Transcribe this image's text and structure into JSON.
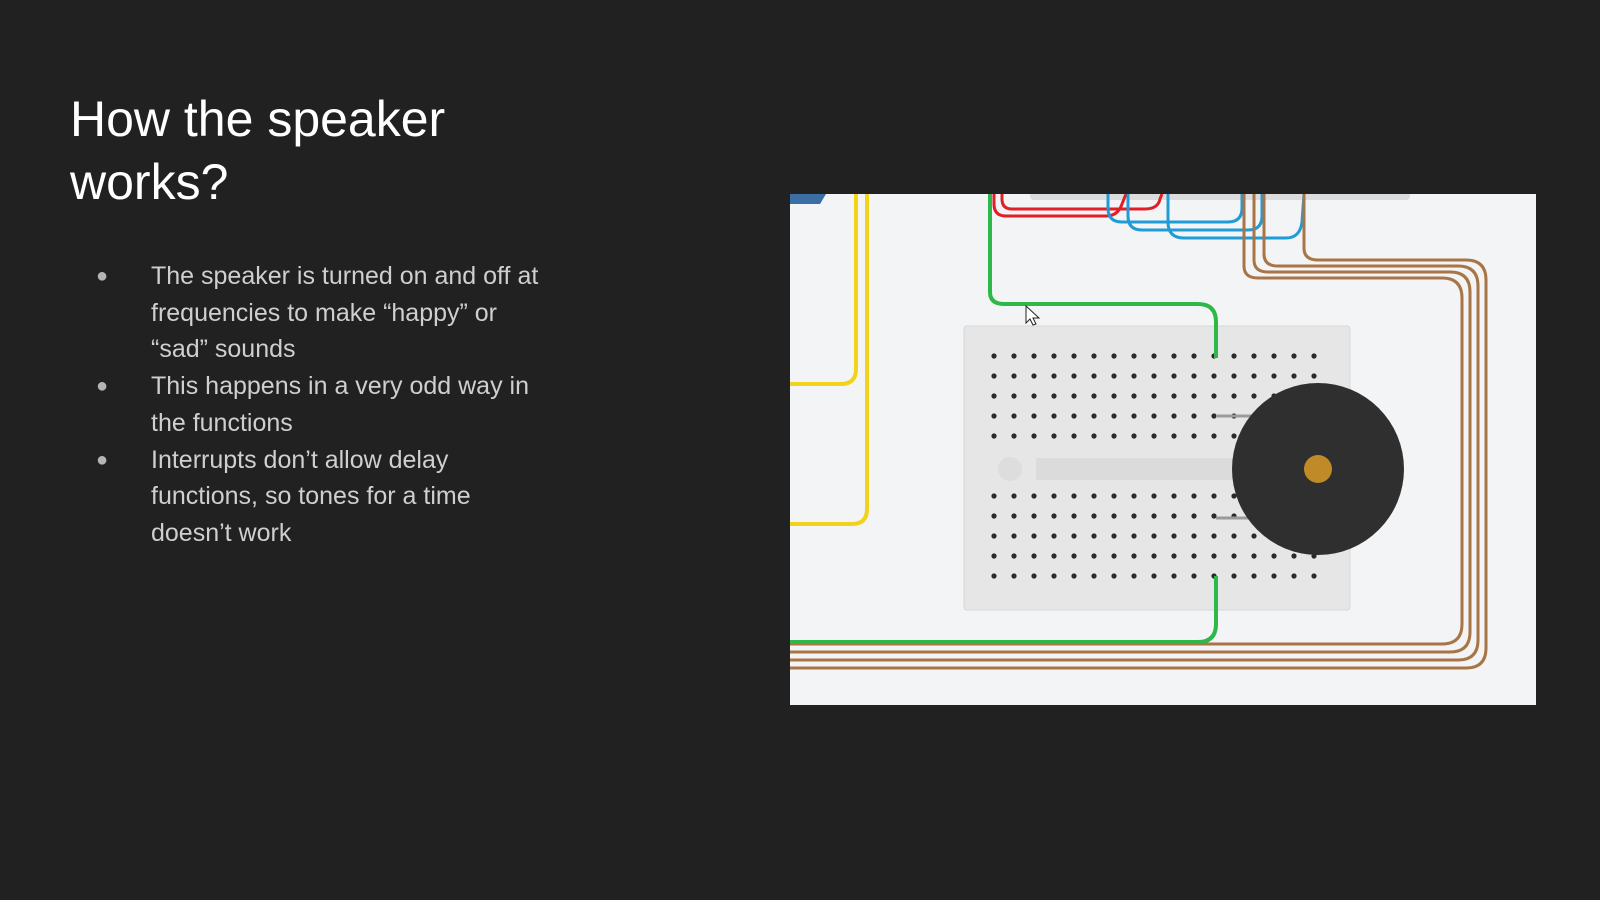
{
  "slide": {
    "title": "How the speaker works?",
    "bullets": [
      "The speaker is turned on and off at frequencies to make “happy” or “sad” sounds",
      "This happens in a very odd way in the functions",
      "Interrupts don’t allow delay functions, so tones for a time doesn’t work"
    ]
  },
  "colors": {
    "background": "#212121",
    "title": "#ffffff",
    "body_text": "#cfcfcf",
    "wire_yellow": "#f2d31b",
    "wire_green": "#2fb84a",
    "wire_red": "#e01f26",
    "wire_blue": "#1f9bd8",
    "wire_brown": "#a87546",
    "buzzer_body": "#2f2f2f",
    "buzzer_center": "#c08a28"
  },
  "icons": {
    "cursor": "mouse-cursor-icon"
  }
}
